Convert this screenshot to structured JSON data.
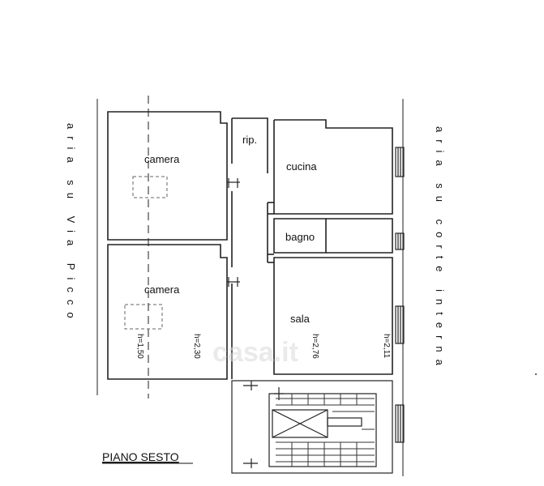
{
  "rooms": {
    "camera_top": "camera",
    "camera_bottom": "camera",
    "rip": "rip.",
    "cucina": "cucina",
    "bagno": "bagno",
    "sala": "sala"
  },
  "heights": {
    "h_150": "h=1,50",
    "h_230": "h=2,30",
    "h_276": "h=2,76",
    "h_211": "h=2,11"
  },
  "side_labels": {
    "left": "aria su Via Picco",
    "right": "aria su corte interna"
  },
  "floor_title": "PIANO SESTO",
  "watermark": "casa.it"
}
